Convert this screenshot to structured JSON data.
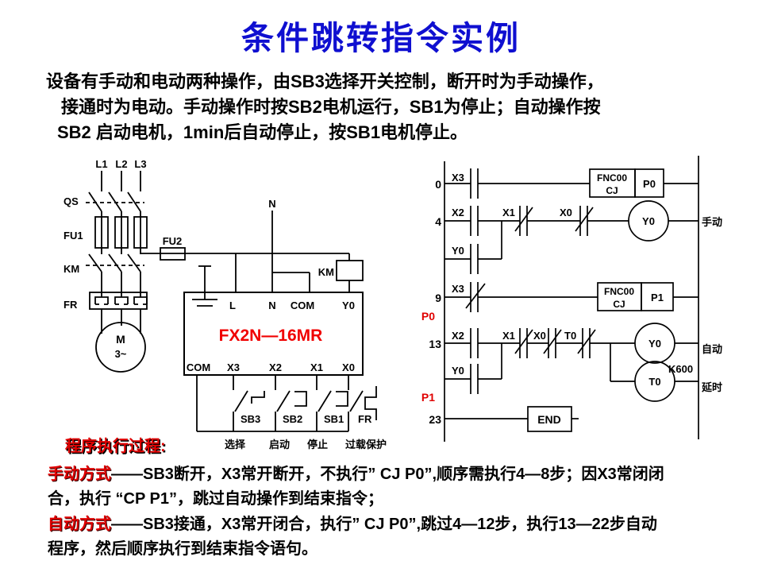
{
  "title": "条件跳转指令实例",
  "intro": {
    "line1": "设备有手动和电动两种操作，由SB3选择开关控制，断开时为手动操作，",
    "line2": "接通时为电动。手动操作时按SB2电机运行，SB1为停止；自动操作按",
    "line3": "SB2 启动电机，1min后自动停止，按SB1电机停止。"
  },
  "colors": {
    "title_blue": "#0f0fd0",
    "accent_red": "#e00000",
    "plc_red": "#f00000"
  },
  "circuit": {
    "phases": [
      "L1",
      "L2",
      "L3"
    ],
    "qs": "QS",
    "fu1": "FU1",
    "fu2": "FU2",
    "km": "KM",
    "fr": "FR",
    "motor": "M",
    "motor_type": "3~",
    "neutral": "N",
    "km_coil": "KM",
    "plc_model": "FX2N—16MR",
    "top_terminals": [
      "L",
      "N",
      "COM",
      "Y0"
    ],
    "bottom_terminals": [
      "COM",
      "X3",
      "X2",
      "X1",
      "X0"
    ],
    "switches": [
      "SB3",
      "SB2",
      "SB1",
      "FR"
    ],
    "captions": [
      "选择",
      "启动",
      "停止",
      "过载保护"
    ]
  },
  "ladder": {
    "steps": [
      "0",
      "4",
      "9",
      "13",
      "23"
    ],
    "pointer_p0": "P0",
    "pointer_p1": "P1",
    "r0": {
      "c1": "X3",
      "box_top": "FNC00",
      "box_bottom": "CJ",
      "target": "P0"
    },
    "r4": {
      "c1": "X2",
      "c2": "X1",
      "c3": "X0",
      "coil": "Y0",
      "branch": "Y0",
      "note": "手动"
    },
    "r9": {
      "c1": "X3",
      "box_top": "FNC00",
      "box_bottom": "CJ",
      "target": "P1"
    },
    "r13": {
      "c1": "X2",
      "c2": "X1",
      "c3": "X0",
      "c4": "T0",
      "coil1": "Y0",
      "coil2": "T0",
      "k_value": "K600",
      "branch": "Y0",
      "note1": "自动",
      "note2": "延时"
    },
    "r23": {
      "end": "END"
    }
  },
  "process": {
    "heading": "程序执行过程:",
    "manual_label": "手动方式",
    "manual_line1": "——SB3断开，X3常开断开，不执行” CJ  P0”,顺序需执行4—8步；因X3常闭闭",
    "manual_line2": "合，执行 “CP  P1”，跳过自动操作到结束指令；",
    "auto_label": "自动方式",
    "auto_line1": "——SB3接通，X3常开闭合，执行” CJ  P0”,跳过4—12步，执行13—22步自动",
    "auto_line2": "程序，然后顺序执行到结束指令语句。"
  }
}
